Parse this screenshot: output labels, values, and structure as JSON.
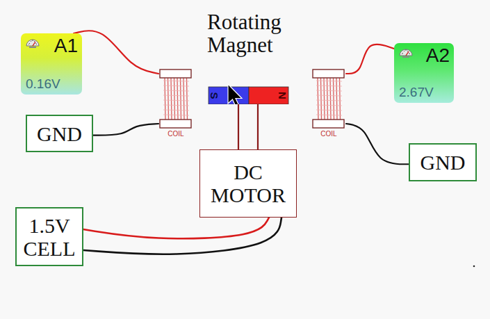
{
  "diagram": {
    "nodes": [
      {
        "text": [
          "A1",
          "0.16V"
        ]
      },
      {
        "text": [
          "Rotating Magnet",
          "S",
          "N"
        ]
      },
      {
        "text": [
          "A2",
          "2.67V"
        ]
      },
      {
        "text": [
          "COIL"
        ]
      },
      {
        "text": [
          "COIL"
        ]
      },
      {
        "text": [
          "GND"
        ]
      },
      {
        "text": [
          "GND"
        ]
      },
      {
        "text": [
          "DC MOTOR"
        ]
      },
      {
        "text": [
          "1.5V CELL"
        ]
      }
    ],
    "edges": [
      {
        "from": 0,
        "to": 3,
        "arrow": "none"
      },
      {
        "from": 5,
        "to": 3,
        "arrow": "none"
      },
      {
        "from": 2,
        "to": 4,
        "arrow": "none"
      },
      {
        "from": 4,
        "to": 6,
        "arrow": "none"
      },
      {
        "from": 8,
        "to": 7,
        "arrow": "none"
      },
      {
        "from": 8,
        "to": 7,
        "arrow": "none"
      },
      {
        "from": 1,
        "to": 7,
        "arrow": "none"
      },
      {
        "from": 1,
        "to": 7,
        "arrow": "none"
      }
    ]
  }
}
